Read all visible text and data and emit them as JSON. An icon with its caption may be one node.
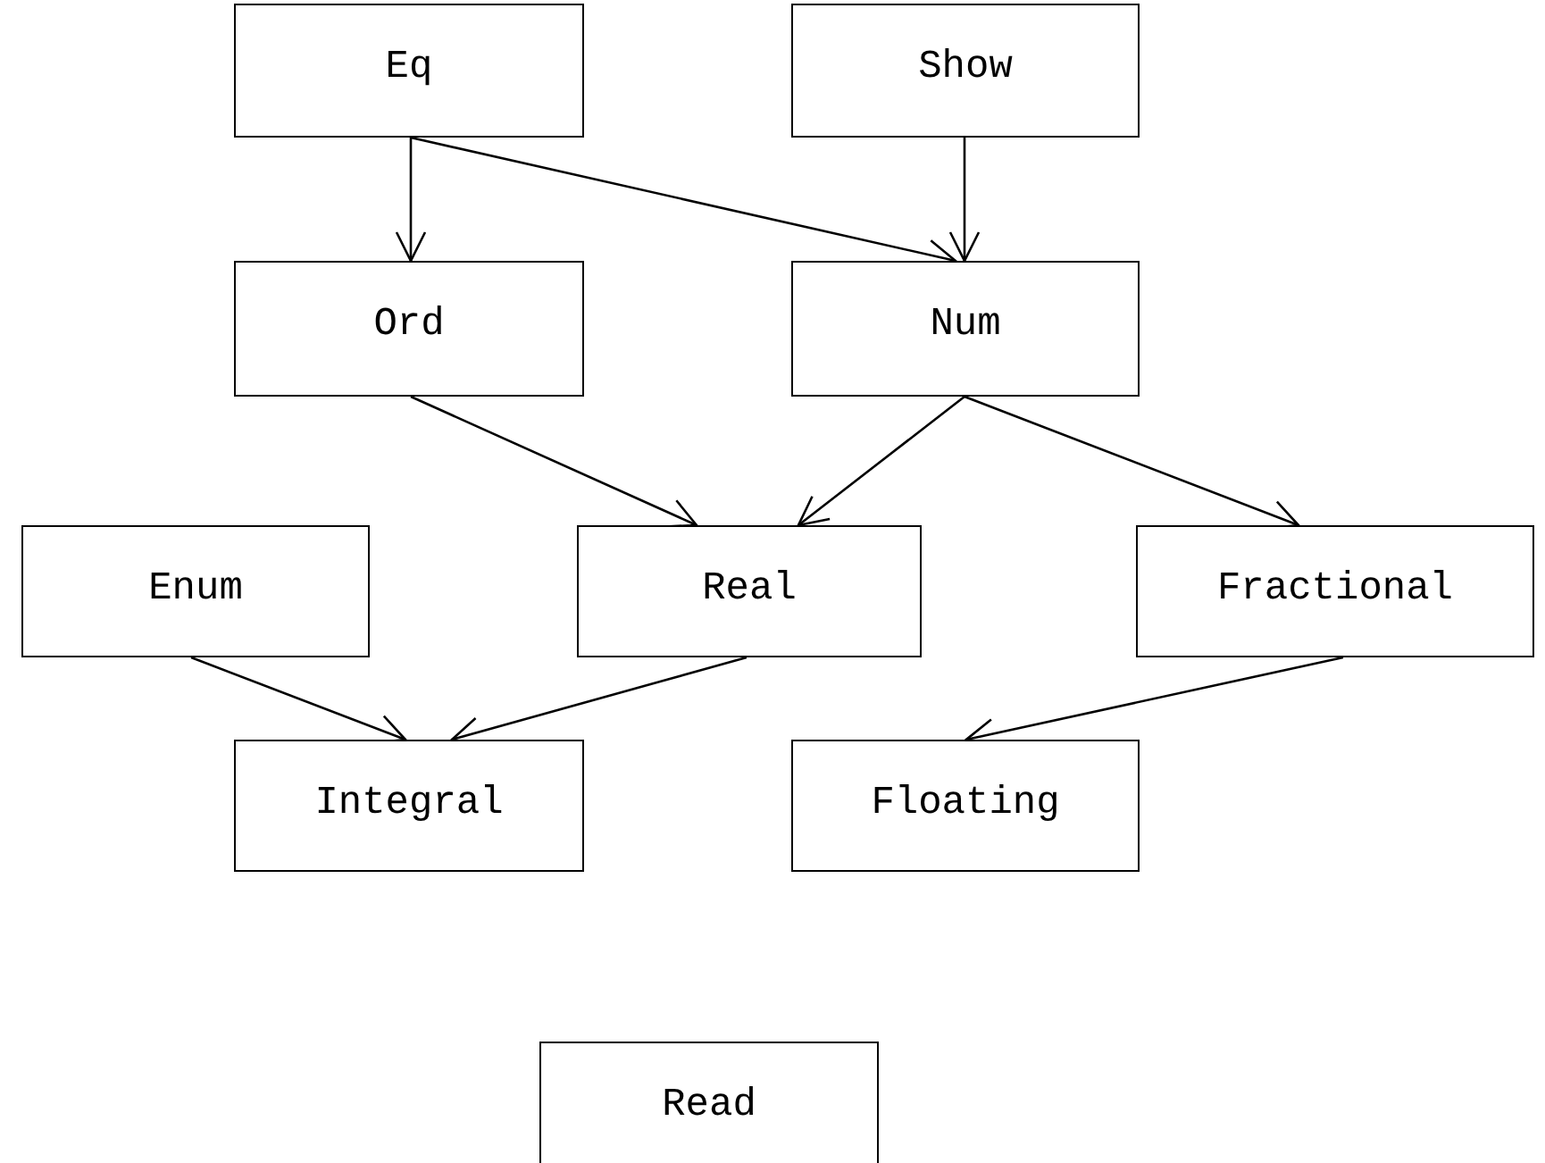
{
  "diagram": {
    "nodes": [
      {
        "text": [
          "Eq"
        ]
      },
      {
        "text": [
          "Show"
        ]
      },
      {
        "text": [
          "Ord"
        ]
      },
      {
        "text": [
          "Num"
        ]
      },
      {
        "text": [
          "Enum"
        ]
      },
      {
        "text": [
          "Real"
        ]
      },
      {
        "text": [
          "Fractional"
        ]
      },
      {
        "text": [
          "Integral"
        ]
      },
      {
        "text": [
          "Floating"
        ]
      },
      {
        "text": [
          "Read"
        ]
      }
    ],
    "edges": [
      {
        "from": 0,
        "to": 2,
        "arrow": "to"
      },
      {
        "from": 0,
        "to": 3,
        "arrow": "to"
      },
      {
        "from": 1,
        "to": 3,
        "arrow": "to"
      },
      {
        "from": 2,
        "to": 5,
        "arrow": "to"
      },
      {
        "from": 3,
        "to": 5,
        "arrow": "to"
      },
      {
        "from": 3,
        "to": 6,
        "arrow": "to"
      },
      {
        "from": 4,
        "to": 7,
        "arrow": "to"
      },
      {
        "from": 5,
        "to": 7,
        "arrow": "to"
      },
      {
        "from": 6,
        "to": 8,
        "arrow": "to"
      }
    ]
  }
}
